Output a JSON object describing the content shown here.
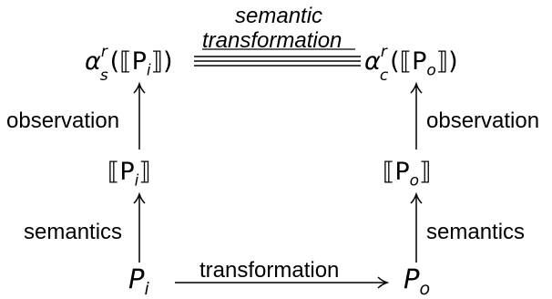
{
  "diagram": {
    "top_left_node": {
      "func": "α",
      "sup": "r",
      "sub": "s",
      "arg": "(⟦P",
      "arg_sub": "i",
      "close": "⟧)"
    },
    "top_right_node": {
      "func": "α",
      "sup": "r",
      "sub": "c",
      "arg": "(⟦P",
      "arg_sub": "o",
      "close": "⟧)"
    },
    "mid_left_node": {
      "open": "⟦P",
      "sub": "i",
      "close": "⟧"
    },
    "mid_right_node": {
      "open": "⟦P",
      "sub": "o",
      "close": "⟧"
    },
    "bottom_left_node": {
      "main": "P",
      "sub": "i"
    },
    "bottom_right_node": {
      "main": "P",
      "sub": "o"
    },
    "top_edge_label_line1": "semantic",
    "top_edge_label_line2": "transformation",
    "left_upper_edge_label": "observation",
    "right_upper_edge_label": "observation",
    "left_lower_edge_label": "semantics",
    "right_lower_edge_label": "semantics",
    "bottom_edge_label": "transformation"
  }
}
